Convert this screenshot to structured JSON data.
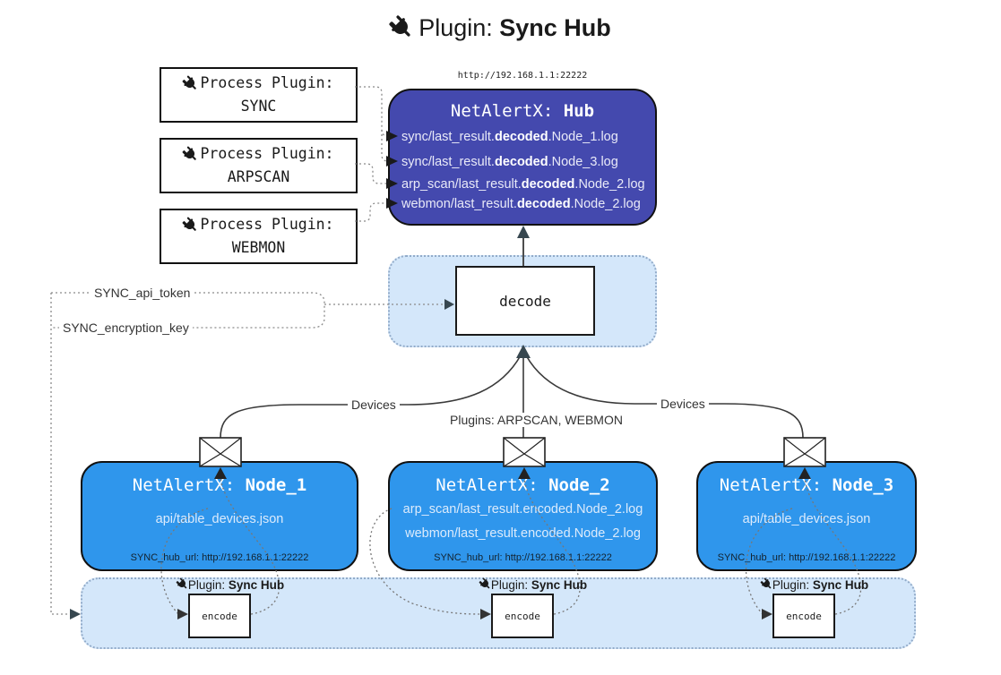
{
  "title": {
    "prefix": "Plugin: ",
    "name": "Sync Hub"
  },
  "hub": {
    "url": "http://192.168.1.1:22222",
    "name_prefix": "NetAlertX: ",
    "name": "Hub",
    "logs": [
      {
        "pre": "sync/last_result.",
        "bold": "decoded",
        "post": ".Node_1.log"
      },
      {
        "pre": "sync/last_result.",
        "bold": "decoded",
        "post": ".Node_3.log"
      },
      {
        "pre": "arp_scan/last_result.",
        "bold": "decoded",
        "post": ".Node_2.log"
      },
      {
        "pre": "webmon/last_result.",
        "bold": "decoded",
        "post": ".Node_2.log"
      }
    ]
  },
  "process_plugins": [
    {
      "label": "Process Plugin:",
      "name": "SYNC"
    },
    {
      "label": "Process Plugin:",
      "name": "ARPSCAN"
    },
    {
      "label": "Process Plugin:",
      "name": "WEBMON"
    }
  ],
  "decode_label": "decode",
  "settings": {
    "api_token": "SYNC_api_token",
    "encryption_key": "SYNC_encryption_key"
  },
  "edge_labels": {
    "devices_left": "Devices",
    "devices_right": "Devices",
    "plugins": "Plugins: ARPSCAN, WEBMON"
  },
  "nodes": [
    {
      "name_prefix": "NetAlertX: ",
      "name": "Node_1",
      "lines": [
        "api/table_devices.json"
      ],
      "footer": "SYNC_hub_url: http://192.168.1.1:22222"
    },
    {
      "name_prefix": "NetAlertX: ",
      "name": "Node_2",
      "lines": [
        "arp_scan/last_result.encoded.Node_2.log",
        "webmon/last_result.encoded.Node_2.log"
      ],
      "footer": "SYNC_hub_url: http://192.168.1.1:22222"
    },
    {
      "name_prefix": "NetAlertX: ",
      "name": "Node_3",
      "lines": [
        "api/table_devices.json"
      ],
      "footer": "SYNC_hub_url: http://192.168.1.1:22222"
    }
  ],
  "encoders": [
    {
      "plugin_prefix": "Plugin: ",
      "plugin_name": "Sync Hub",
      "label": "encode"
    },
    {
      "plugin_prefix": "Plugin: ",
      "plugin_name": "Sync Hub",
      "label": "encode"
    },
    {
      "plugin_prefix": "Plugin: ",
      "plugin_name": "Sync Hub",
      "label": "encode"
    }
  ],
  "colors": {
    "hub_fill": "#4449AE",
    "node_fill": "#2F96EC",
    "panel_fill": "#D4E7FA",
    "panel_border": "#92ABC9",
    "line": "#3A3A3A",
    "arrow": "#37474F"
  }
}
